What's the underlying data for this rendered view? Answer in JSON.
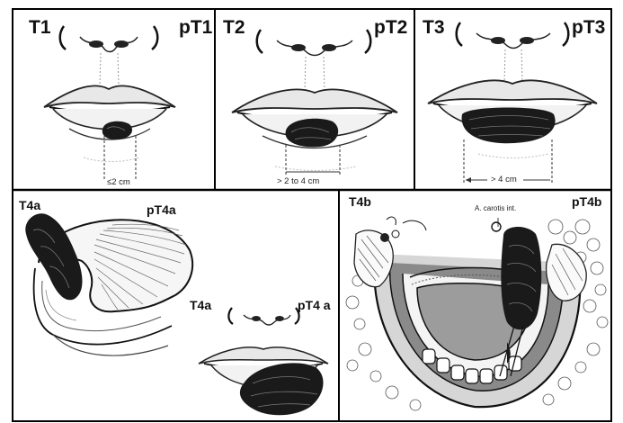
{
  "panels": {
    "t1": {
      "left_label": "T1",
      "right_label": "pT1",
      "measure": "≤2 cm"
    },
    "t2": {
      "left_label": "T2",
      "right_label": "pT2",
      "measure": "> 2 to 4 cm"
    },
    "t3": {
      "left_label": "T3",
      "right_label": "pT3",
      "measure": "> 4 cm"
    },
    "t4a": {
      "left_label": "T4a",
      "right_label": "pT4a",
      "inset_left_label": "T4a",
      "inset_right_label": "pT4 a"
    },
    "t4b": {
      "left_label": "T4b",
      "right_label": "pT4b",
      "annotation": "A. carotis int."
    }
  },
  "colors": {
    "frame": "#000000",
    "background": "#ffffff",
    "tumor": "#1a1a1a",
    "tissue_gray": "#8a8a8a",
    "cavity_gray": "#9c9c9c"
  }
}
